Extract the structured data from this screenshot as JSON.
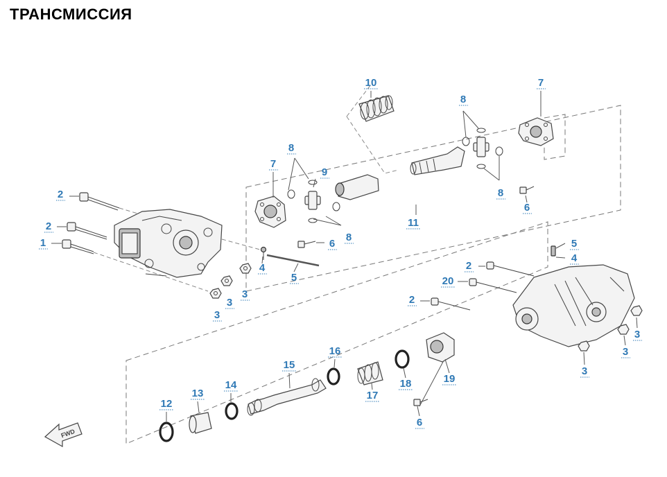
{
  "title": "ТРАНСМИССИЯ",
  "callouts": [
    {
      "id": "c-10",
      "text": "10"
    },
    {
      "id": "c-8a",
      "text": "8"
    },
    {
      "id": "c-7a",
      "text": "7"
    },
    {
      "id": "c-8b",
      "text": "8"
    },
    {
      "id": "c-7b",
      "text": "7"
    },
    {
      "id": "c-9",
      "text": "9"
    },
    {
      "id": "c-2a",
      "text": "2"
    },
    {
      "id": "c-2b",
      "text": "2"
    },
    {
      "id": "c-1",
      "text": "1"
    },
    {
      "id": "c-6a",
      "text": "6"
    },
    {
      "id": "c-8c",
      "text": "8"
    },
    {
      "id": "c-8d",
      "text": "8"
    },
    {
      "id": "c-11",
      "text": "11"
    },
    {
      "id": "c-6b",
      "text": "6"
    },
    {
      "id": "c-4a",
      "text": "4"
    },
    {
      "id": "c-5a",
      "text": "5"
    },
    {
      "id": "c-3a",
      "text": "3"
    },
    {
      "id": "c-3b",
      "text": "3"
    },
    {
      "id": "c-3c",
      "text": "3"
    },
    {
      "id": "c-5b",
      "text": "5"
    },
    {
      "id": "c-4b",
      "text": "4"
    },
    {
      "id": "c-2c",
      "text": "2"
    },
    {
      "id": "c-20",
      "text": "20"
    },
    {
      "id": "c-2d",
      "text": "2"
    },
    {
      "id": "c-3d",
      "text": "3"
    },
    {
      "id": "c-3e",
      "text": "3"
    },
    {
      "id": "c-3f",
      "text": "3"
    },
    {
      "id": "c-16",
      "text": "16"
    },
    {
      "id": "c-15",
      "text": "15"
    },
    {
      "id": "c-18",
      "text": "18"
    },
    {
      "id": "c-19",
      "text": "19"
    },
    {
      "id": "c-14",
      "text": "14"
    },
    {
      "id": "c-17",
      "text": "17"
    },
    {
      "id": "c-12",
      "text": "12"
    },
    {
      "id": "c-13",
      "text": "13"
    },
    {
      "id": "c-6c",
      "text": "6"
    }
  ],
  "fwd_badge": "FWD",
  "colors": {
    "callout": "#2f79b5",
    "line": "#777777",
    "part": "#f3f3f3"
  }
}
